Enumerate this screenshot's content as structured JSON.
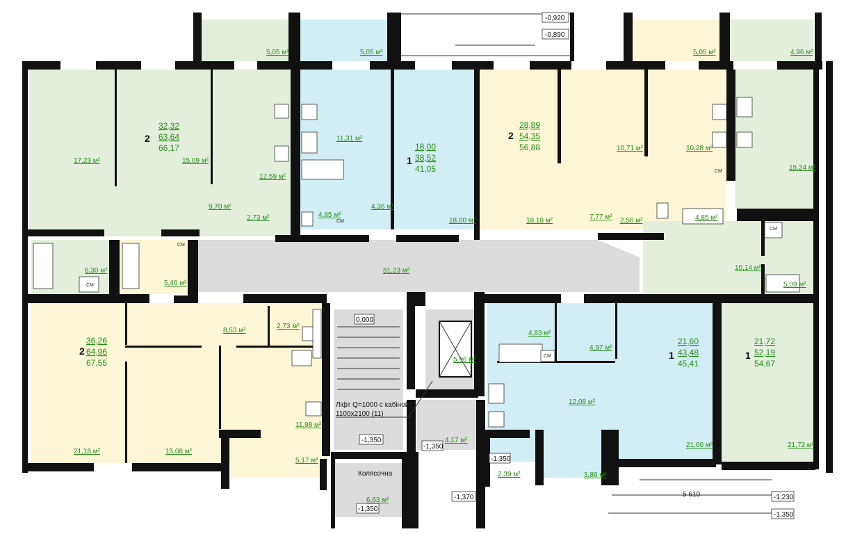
{
  "apartments": [
    {
      "id": "apt-nw",
      "rooms": "2",
      "living": "32,32",
      "total": "63,64",
      "total_with_balcony": "66,17"
    },
    {
      "id": "apt-n-center",
      "rooms": "1",
      "living": "18,00",
      "total": "38,52",
      "total_with_balcony": "41,05"
    },
    {
      "id": "apt-ne",
      "rooms": "2",
      "living": "28,89",
      "total": "54,35",
      "total_with_balcony": "56,88"
    },
    {
      "id": "apt-sw",
      "rooms": "2",
      "living": "36,26",
      "total": "64,96",
      "total_with_balcony": "67,55"
    },
    {
      "id": "apt-s-center",
      "rooms": "1",
      "living": "21,60",
      "total": "43,48",
      "total_with_balcony": "45,41"
    },
    {
      "id": "apt-se",
      "rooms": "1",
      "living": "21,72",
      "total": "52,19",
      "total_with_balcony": "54,67"
    }
  ],
  "room_areas": {
    "balcony_nw": "5,05 м²",
    "balcony_n2": "5,05 м²",
    "balcony_ne": "5,05 м²",
    "balcony_ne2": "4,96 м²",
    "nw_room1": "17,23 м²",
    "nw_room2": "15,09 м²",
    "nw_kitchen": "12,59 м²",
    "nw_hall": "9,70 м²",
    "nw_wc": "2,73 м²",
    "nw_bath": "6,30 м²",
    "mid_bath": "5,46 м²",
    "nc_kitchen": "11,31 м²",
    "nc_bath": "4,85 м²",
    "nc_hall": "4,36 м²",
    "nc_room": "18,00 м²",
    "ne_room1": "18,18 м²",
    "ne_room2": "10,71 м²",
    "ne_kitchen": "10,28 м²",
    "ne_hall": "7,77 м²",
    "ne_wc": "2,56 м²",
    "ne_bath": "4,85 м²",
    "e_room": "15,24 м²",
    "e_hall": "10,14 м²",
    "e_bath": "5,09 м²",
    "corridor": "51,23 м²",
    "sw_hall": "8,53 м²",
    "sw_wc": "2,73 м²",
    "sw_room1": "21,18 м²",
    "sw_room2": "15,08 м²",
    "sw_kitchen": "11,98 м²",
    "sw_balcony": "5,17 м²",
    "lift": "5,96 м²",
    "lobby": "4,17 м²",
    "pram": "6,63 м²",
    "sc_bath": "4,83 м²",
    "sc_hall": "4,97 м²",
    "sc_kitchen": "12,08 м²",
    "sc_room": "21,60 м²",
    "sc_storage": "2,39 м²",
    "sc_balcony": "3,86 м²",
    "se_room": "21,72 м²"
  },
  "levels": {
    "top1": "-0,920",
    "top2": "-0,890",
    "floor0": "0,000",
    "lift_pit": "-1,350",
    "lobby": "-1,350",
    "storage": "-1,350",
    "entrance": "-1,370",
    "pram": "-1,350",
    "ramp1": "-1,230",
    "ramp2": "-1,350"
  },
  "notes": {
    "lift": "Ліфт Q=1000 с кабіной",
    "lift_size": "1100х2100  (11)",
    "pram_room": "Колясочна",
    "ramp_len": "5 610",
    "cm": "СМ"
  },
  "colors": {
    "green": "#e3efdc",
    "blue": "#d2eef5",
    "yellow": "#fbf6d5",
    "gray": "#dcdcdc",
    "area_text": "#2a8a1a"
  }
}
